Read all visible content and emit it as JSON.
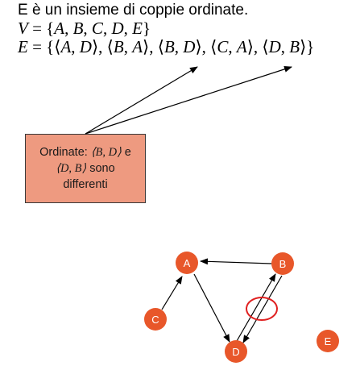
{
  "text": {
    "line1": "E è un insieme di coppie ordinate.",
    "V_name": "V",
    "V_eq": " = {",
    "V_items": [
      "A",
      "B",
      "C",
      "D",
      "E"
    ],
    "E_name": "E",
    "E_eq": " = {",
    "E_pairs": [
      [
        "A",
        "D"
      ],
      [
        "B",
        "A"
      ],
      [
        "B",
        "D"
      ],
      [
        "C",
        "A"
      ],
      [
        "D",
        "B"
      ]
    ]
  },
  "note": {
    "line1_prefix": "Ordinate: ",
    "line1_pair": "⟨B, D⟩",
    "line1_suffix": " e",
    "line2_pair": "⟨D, B⟩",
    "line2_suffix": " sono",
    "line3": "differenti"
  },
  "graph": {
    "nodes": [
      {
        "id": "A",
        "label": "A"
      },
      {
        "id": "B",
        "label": "B"
      },
      {
        "id": "C",
        "label": "C"
      },
      {
        "id": "D",
        "label": "D"
      },
      {
        "id": "E",
        "label": "E"
      }
    ],
    "edges": [
      {
        "from": "A",
        "to": "D"
      },
      {
        "from": "B",
        "to": "A"
      },
      {
        "from": "B",
        "to": "D"
      },
      {
        "from": "C",
        "to": "A"
      },
      {
        "from": "D",
        "to": "B"
      }
    ],
    "highlight": "B-D pair"
  },
  "colors": {
    "node_fill": "#e8572a",
    "note_fill": "#ee9a80",
    "highlight": "#e02020",
    "line": "#000000"
  }
}
